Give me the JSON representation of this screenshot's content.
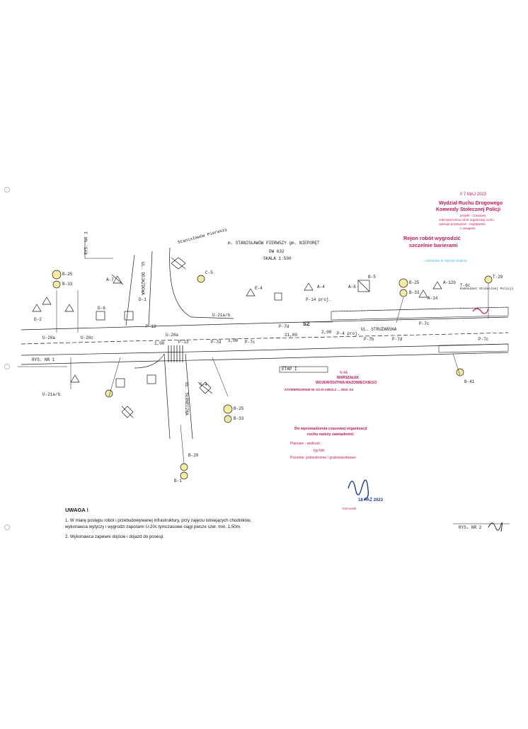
{
  "title": {
    "location": "m. STANISŁAWÓW PIERWSZY gm. NIEPORĘT",
    "road": "DW 632",
    "scale": "SKALA 1:500"
  },
  "streets": {
    "struzanska": "UL. STRUŻAŃSKA",
    "sloneczna": "UL. SŁONECZNA",
    "stanislawow": "Stanisławów Pierwszy",
    "cisowa": "UL. DOJAZDOWA"
  },
  "figures": {
    "rys1": "RYS. NR 1",
    "rys2": "RYS. NR 2",
    "rys3": "RYS. NR 3",
    "etap": "ETAP I"
  },
  "signs": {
    "b25a": "B-25",
    "b33a": "B-33",
    "b25b": "B-25",
    "b33b": "B-33",
    "b25c": "B-25",
    "b33c": "B-33",
    "b25d": "B-25",
    "t29": "T-29",
    "a12b": "A-12b",
    "a14": "A-14",
    "b41": "B-41",
    "a7": "A-7",
    "d1": "D-1",
    "d2": "D-2",
    "d6": "D-6",
    "c5": "C-5",
    "a4": "A-4",
    "b5": "B-5",
    "a6": "A-6",
    "e4": "E-4",
    "u21alb": "U-21a/b",
    "u20a": "U-20a",
    "u20c": "U-20c",
    "p13": "P-13",
    "p7d": "P-7d",
    "p7c": "P-7c",
    "p7b": "P-7b",
    "p14": "P-14 proj.",
    "p4": "P-4 proj.",
    "s2": "S2",
    "d21": "21,00",
    "d3": "3,00",
    "d100": "1,00",
    "d200": "2,00",
    "t6c": "T-6c",
    "b1": "B-1",
    "b20": "B-20",
    "c4": "C-4"
  },
  "notes": {
    "heading": "UWAGA !",
    "n1a": "1. W miarę postępu robót i przebudowywanej infrastruktury, przy zajęciu istniejących chodników,",
    "n1b": "wykonawca wytyczy i wygrodzi zaporami U-20c tymczasowe ciągi piesze szer. min. 1,50m.",
    "n2": "2. Wykonawca zapewni dojście i dojazd do posesji."
  },
  "stamps": {
    "date1": "0 7 MAJ 2023",
    "police1": "Wydział Ruchu Drogowego",
    "police2": "Komendy Stołecznej Policji",
    "police3": "projekt - czasowej",
    "police4": "zabezpieczenia robót organizacji ruchu",
    "police5": "opiniuje pozytywnie - negatywnie",
    "police6": "z uwagami:",
    "rejon": "Rejon robót wygrodzić",
    "rejon2": "szczelnie barierami",
    "pale1": "- ostrożnie w rejonie dojścia",
    "pale2": "Komendant Stołecznej Policji",
    "mid1": "N 4A",
    "mid2": "MARSZAŁEK",
    "mid3": "WOJEWÓDZTWA MAZOWIECKIEGO",
    "mid4": "ZATWIERDZENIE Nr SO-D-I.8022.2 ... 2023 .04",
    "mid5": "Do wprowadzenia czasowej organizacji",
    "mid6": "ruchu należy zawiadomić",
    "mid7": "Planowe - wielkość",
    "mid8": "- typ folii",
    "mid9": "Poziome: jednostronne / grubowarstwowe",
    "date2": "18 PAŹ 2023",
    "sign2": "Kierownik"
  },
  "colors": {
    "ink": "#1a1a1a",
    "stamp_red": "#c2185b",
    "stamp_blue": "#1e3a8a",
    "stamp_pale": "#4fc3c7",
    "sign_yellow": "#f4eca2"
  }
}
